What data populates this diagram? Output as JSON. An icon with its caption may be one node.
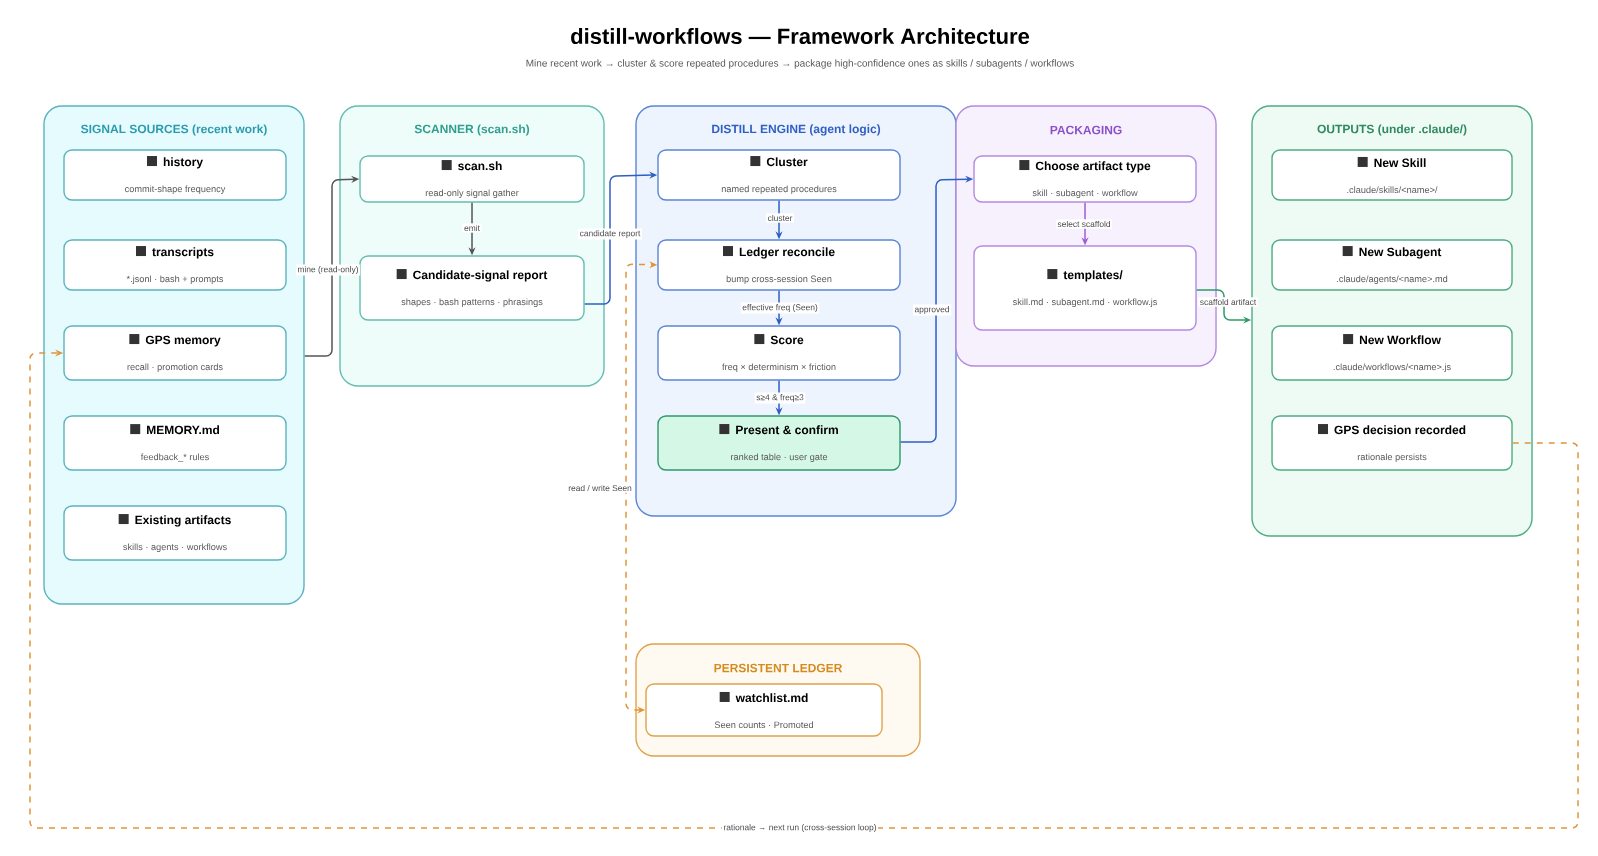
{
  "diagram": {
    "title": "distill-workflows — Framework Architecture",
    "nodes": [
      {
        "text": [
          "SIGNAL SOURCES (recent work)"
        ]
      },
      {
        "text": [
          "history",
          "commit-shape frequency"
        ],
        "in": 0
      },
      {
        "text": [
          "transcripts",
          "*.jsonl · bash + prompts"
        ],
        "in": 0
      },
      {
        "text": [
          "GPS memory",
          "recall · promotion cards"
        ],
        "in": 0
      },
      {
        "text": [
          "MEMORY.md",
          "feedback_* rules"
        ],
        "in": 0
      },
      {
        "text": [
          "Existing artifacts",
          "skills · agents · workflows"
        ],
        "in": 0
      },
      {
        "text": [
          "SCANNER (scan.sh)"
        ]
      },
      {
        "text": [
          "scan.sh",
          "read-only signal gather"
        ],
        "in": 6
      },
      {
        "text": [
          "Candidate-signal report",
          "shapes · bash patterns · phrasings"
        ],
        "in": 6
      },
      {
        "text": [
          "DISTILL ENGINE (agent logic)"
        ]
      },
      {
        "text": [
          "Cluster",
          "named repeated procedures"
        ],
        "in": 9
      },
      {
        "text": [
          "Ledger reconcile",
          "bump cross-session Seen"
        ],
        "in": 9
      },
      {
        "text": [
          "Score",
          "freq × determinism × friction"
        ],
        "in": 9
      },
      {
        "text": [
          "Present & confirm",
          "ranked table · user gate"
        ],
        "in": 9
      },
      {
        "text": [
          "PACKAGING"
        ]
      },
      {
        "text": [
          "Choose artifact type",
          "skill · subagent · workflow"
        ],
        "in": 14
      },
      {
        "text": [
          "templates/",
          "skill.md · subagent.md · workflow.js"
        ],
        "in": 14
      },
      {
        "text": [
          "OUTPUTS (under .claude/)"
        ]
      },
      {
        "text": [
          "New Skill",
          ".claude/skills/<name>/"
        ],
        "in": 17
      },
      {
        "text": [
          "New Subagent",
          ".claude/agents/<name>.md"
        ],
        "in": 17
      },
      {
        "text": [
          "New Workflow",
          ".claude/workflows/<name>.js"
        ],
        "in": 17
      },
      {
        "text": [
          "GPS decision recorded",
          "rationale persists"
        ],
        "in": 17
      },
      {
        "text": [
          "PERSISTENT LEDGER"
        ]
      },
      {
        "text": [
          "watchlist.md",
          "Seen counts · Promoted"
        ],
        "in": 22
      }
    ],
    "edges": [
      {
        "from": 0,
        "to": 7,
        "arrow": "to",
        "label": "mine (read-only)",
        "color": "#555555"
      },
      {
        "from": 7,
        "to": 8,
        "arrow": "to",
        "label": "emit",
        "color": "#555555"
      },
      {
        "from": 8,
        "to": 10,
        "arrow": "to",
        "label": "candidate report"
      },
      {
        "from": 10,
        "to": 11,
        "arrow": "to",
        "label": "cluster"
      },
      {
        "from": 23,
        "to": 11,
        "arrow": "both",
        "label": "read / write Seen",
        "style": "dashed",
        "color": "#e0953a"
      },
      {
        "from": 11,
        "to": 12,
        "arrow": "to",
        "label": "effective freq (Seen)"
      },
      {
        "from": 12,
        "to": 13,
        "arrow": "to",
        "label": "s≥4 & freq≥3"
      },
      {
        "from": 13,
        "to": 15,
        "arrow": "to",
        "label": "approved"
      },
      {
        "from": 15,
        "to": 16,
        "arrow": "to",
        "label": "select scaffold",
        "color": "#9b5fd6"
      },
      {
        "from": 16,
        "to": 17,
        "arrow": "to",
        "label": "scaffold artifact",
        "color": "#2e9a6a"
      },
      {
        "from": 21,
        "to": 3,
        "arrow": "to",
        "label": "rationale → next run (cross-session loop)",
        "style": "dashed",
        "color": "#e0953a"
      }
    ],
    "labels": [
      "Mine recent work → cluster & score repeated procedures → package high-confidence ones as skills / subagents / workflows"
    ]
  }
}
